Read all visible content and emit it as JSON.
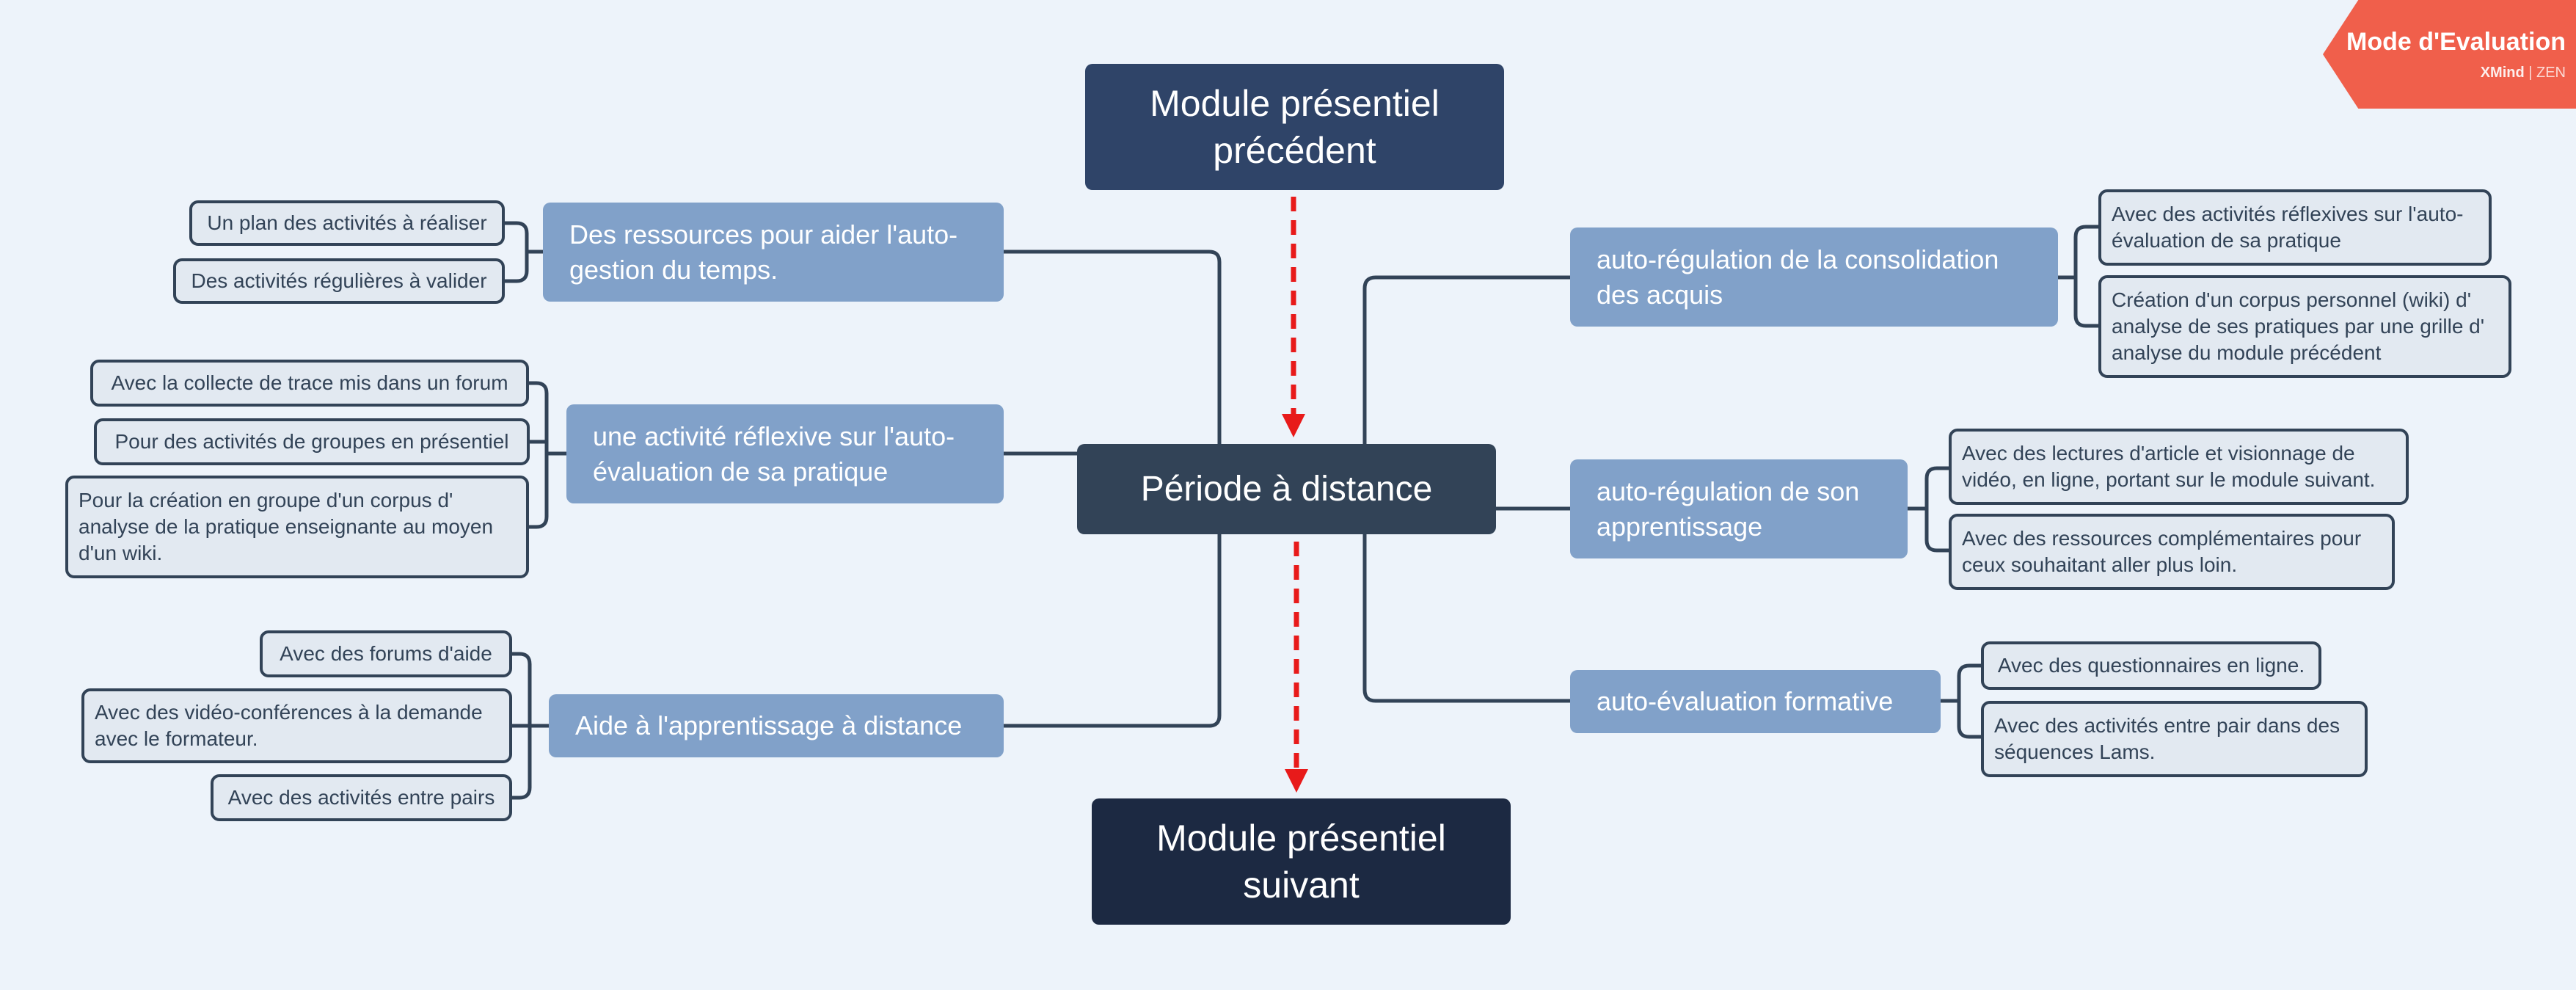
{
  "badge": {
    "title": "Mode d'Evaluation",
    "product": "XMind",
    "edition": "ZEN"
  },
  "central": {
    "label": "Période à distance"
  },
  "module_top": {
    "line1": "Module présentiel",
    "line2": "précédent"
  },
  "module_bottom": {
    "line1": "Module présentiel",
    "line2": "suivant"
  },
  "left_branches": [
    {
      "line1": "Des ressources pour aider l'auto-",
      "line2": "gestion du temps.",
      "leaves": [
        {
          "lines": [
            "Un plan des activités à réaliser"
          ]
        },
        {
          "lines": [
            "Des activités régulières à valider"
          ]
        }
      ]
    },
    {
      "line1": "une activité réflexive sur l'auto-",
      "line2": "évaluation de sa pratique",
      "leaves": [
        {
          "lines": [
            "Avec la collecte de trace mis dans un forum"
          ]
        },
        {
          "lines": [
            "Pour des activités de groupes en présentiel"
          ]
        },
        {
          "lines": [
            "Pour la création en groupe d'un corpus d'",
            "analyse de la pratique enseignante au moyen",
            "d'un wiki."
          ]
        }
      ]
    },
    {
      "line1": "Aide à l'apprentissage à distance",
      "line2": "",
      "leaves": [
        {
          "lines": [
            "Avec des forums d'aide"
          ]
        },
        {
          "lines": [
            "Avec des vidéo-conférences à la demande",
            "avec le formateur."
          ]
        },
        {
          "lines": [
            "Avec des activités entre pairs"
          ]
        }
      ]
    }
  ],
  "right_branches": [
    {
      "line1": "auto-régulation de la consolidation",
      "line2": "des acquis",
      "leaves": [
        {
          "lines": [
            "Avec des activités réflexives sur l'auto-",
            "évaluation de sa pratique"
          ]
        },
        {
          "lines": [
            "Création d'un corpus personnel (wiki) d'",
            "analyse de ses pratiques par une grille d'",
            "analyse du module précédent"
          ]
        }
      ]
    },
    {
      "line1": "auto-régulation de son",
      "line2": "apprentissage",
      "leaves": [
        {
          "lines": [
            "Avec des lectures d'article et visionnage de",
            "vidéo, en ligne, portant sur le module suivant."
          ]
        },
        {
          "lines": [
            "Avec des ressources complémentaires pour",
            "ceux souhaitant aller plus loin."
          ]
        }
      ]
    },
    {
      "line1": "auto-évaluation formative",
      "line2": "",
      "leaves": [
        {
          "lines": [
            "Avec des questionnaires en ligne."
          ]
        },
        {
          "lines": [
            "Avec des activités entre pair dans des",
            "séquences Lams."
          ]
        }
      ]
    }
  ],
  "colors": {
    "background": "#edf3fa",
    "central": "#324357",
    "module_top": "#2f4468",
    "module_bottom": "#1c2942",
    "branch": "#81a1c9",
    "leaf_fill": "#e2e9f1",
    "line": "#324357",
    "arrow": "#e81a1a",
    "badge": "#f05f4b"
  }
}
